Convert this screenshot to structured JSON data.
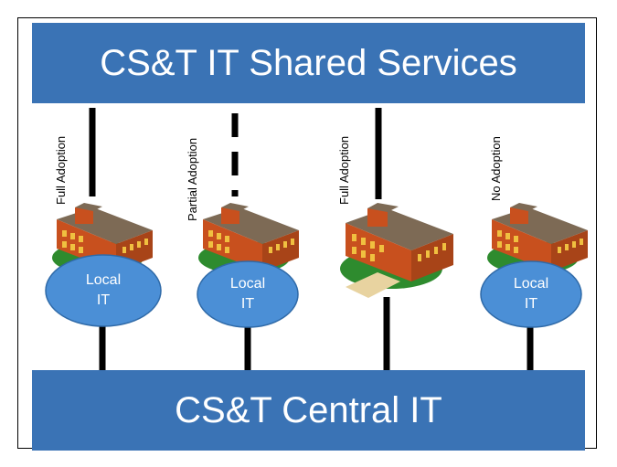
{
  "diagram": {
    "top_banner": "CS&T IT Shared Services",
    "bottom_banner": "CS&T Central IT",
    "units": [
      {
        "adoption": "Full Adoption",
        "has_local_it": true,
        "local_it_line1": "Local",
        "local_it_line2": "IT",
        "connection": "solid"
      },
      {
        "adoption": "Partial Adoption",
        "has_local_it": true,
        "local_it_line1": "Local",
        "local_it_line2": "IT",
        "connection": "dashed"
      },
      {
        "adoption": "Full Adoption",
        "has_local_it": false,
        "connection": "solid"
      },
      {
        "adoption": "No Adoption",
        "has_local_it": true,
        "local_it_line1": "Local",
        "local_it_line2": "IT",
        "connection": "none"
      }
    ],
    "colors": {
      "banner": "#3a73b5",
      "ellipse": "#4b8fd6",
      "building_brick": "#c8501e",
      "roof": "#7d6a55",
      "ground": "#2e8b2e"
    }
  }
}
